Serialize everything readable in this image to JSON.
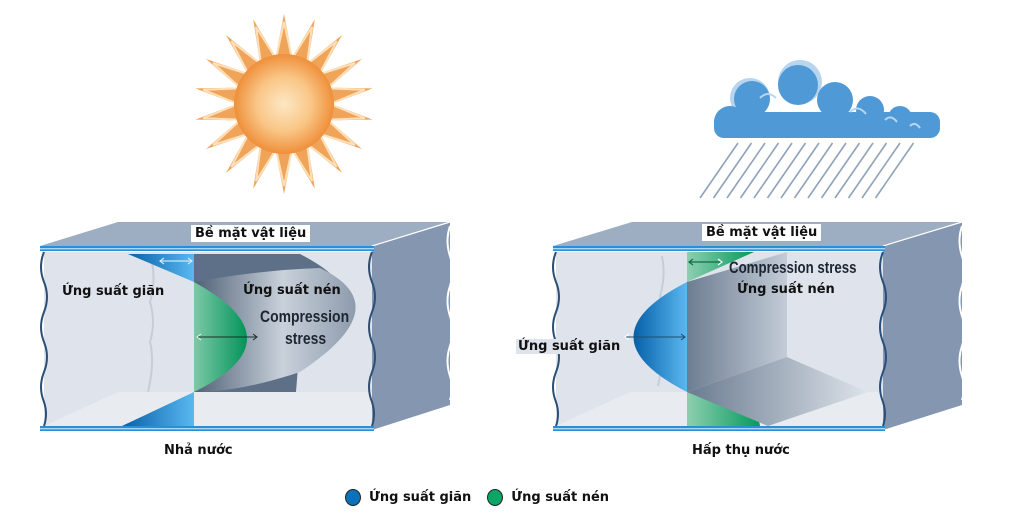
{
  "colors": {
    "tension": "#0a72bb",
    "compression": "#0ca565",
    "box_top": "#9dadc2",
    "box_side": "#8496b0",
    "box_inner": "#dfe4ec",
    "rail": "#2a8fd6",
    "sun": "#f4a24d",
    "cloud": "#4f99d6"
  },
  "left_panel": {
    "weather_icon": "sun-icon",
    "surface_label": "Bề mặt vật liệu",
    "tension_label": "Ứng suất giãn",
    "compression_label": "Ứng suất nén",
    "compression_en_line1": "Compression",
    "compression_en_line2": "stress",
    "caption": "Nhả nước"
  },
  "right_panel": {
    "weather_icon": "rain-cloud-icon",
    "surface_label": "Bề mặt vật liệu",
    "compression_en": "Compression stress",
    "compression_label": "Ứng suất nén",
    "tension_label": "Ứng suất giãn",
    "caption": "Hấp thụ nước"
  },
  "legend": {
    "items": [
      {
        "label": "Ứng suất giãn",
        "color": "#0a72bb"
      },
      {
        "label": "Ứng suất nén",
        "color": "#0ca565"
      }
    ]
  }
}
